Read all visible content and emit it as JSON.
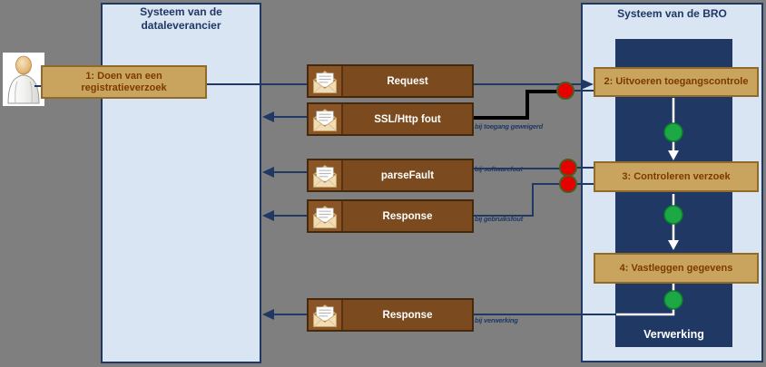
{
  "panels": {
    "supplier": {
      "title_line_1": "Systeem van de",
      "title_line_2": "dataleverancier"
    },
    "bro": {
      "title": "Systeem van de BRO",
      "process_label": "Verwerking"
    }
  },
  "steps": [
    {
      "label": "1: Doen van een registratieverzoek"
    },
    {
      "label": "2: Uitvoeren toegangscontrole"
    },
    {
      "label": "3:  Controleren verzoek"
    },
    {
      "label": "4: Vastleggen gegevens"
    }
  ],
  "messages": [
    {
      "label": "Request",
      "direction": "to-bro",
      "annotation": ""
    },
    {
      "label": "SSL/Http fout",
      "direction": "to-supplier",
      "annotation": "bij toegang geweigerd"
    },
    {
      "label": "parseFault",
      "direction": "to-supplier",
      "annotation": "bij softwarefout"
    },
    {
      "label": "Response",
      "direction": "to-supplier",
      "annotation": "bij gebruiksfout"
    },
    {
      "label": "Response",
      "direction": "to-supplier",
      "annotation": "bij verwerking"
    }
  ],
  "colors": {
    "background": "#7f7f7f",
    "panel_fill": "#d9e5f2",
    "panel_border": "#1f3864",
    "inner_rect": "#203864",
    "step_fill": "#c9a45e",
    "step_text": "#7c3a00",
    "message_fill": "#7b4a1e",
    "message_text": "#ffffff",
    "error_dot": "#e60000",
    "ok_dot": "#1ca844",
    "fault_line": "#000000"
  }
}
